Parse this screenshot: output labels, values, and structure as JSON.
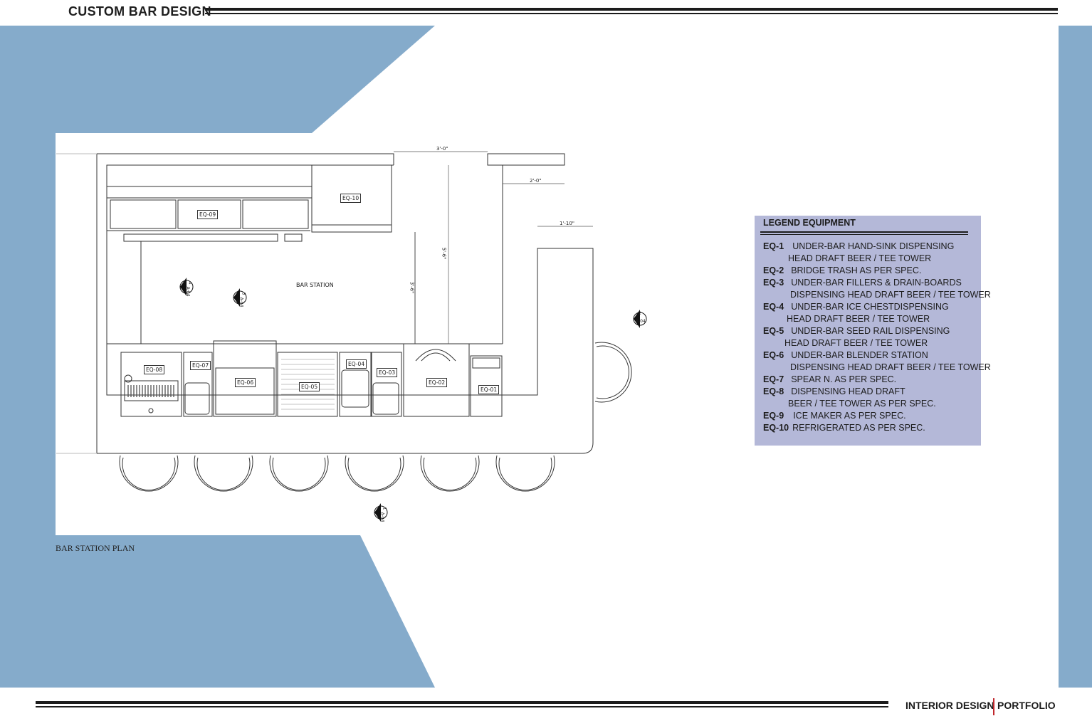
{
  "header": {
    "title": "CUSTOM BAR DESIGN"
  },
  "plan": {
    "caption": "BAR STATION PLAN",
    "room_label": "BAR STATION",
    "dimensions": [
      "3'-0\"",
      "2'-0\"",
      "1'-10\"",
      "5'-6\"",
      "3'-6\""
    ],
    "equipment_tags": [
      "EQ-10",
      "EQ-09",
      "EQ-08",
      "EQ-07",
      "EQ-06",
      "EQ-05",
      "EQ-04",
      "EQ-03",
      "EQ-02",
      "EQ-01"
    ],
    "section_markers": [
      {
        "number": "4",
        "sheet": "A-04"
      },
      {
        "number": "3",
        "sheet": "A-04"
      },
      {
        "number": "2",
        "sheet": "A-04"
      },
      {
        "number": "1",
        "sheet": "A-04"
      }
    ]
  },
  "legend": {
    "title": "LEGEND EQUIPMENT",
    "lines": [
      {
        "code": "EQ-1",
        "text": "UNDER-BAR HAND-SINK DISPENSING"
      },
      {
        "code": "",
        "text": "HEAD DRAFT BEER / TEE TOWER"
      },
      {
        "code": "EQ-2",
        "text": "BRIDGE TRASH AS PER SPEC."
      },
      {
        "code": "EQ-3",
        "text": "UNDER-BAR FILLERS & DRAIN-BOARDS"
      },
      {
        "code": "",
        "text": "DISPENSING HEAD DRAFT BEER / TEE TOWER"
      },
      {
        "code": "EQ-4",
        "text": "UNDER-BAR ICE CHESTDISPENSING"
      },
      {
        "code": "",
        "text": "HEAD DRAFT BEER / TEE TOWER"
      },
      {
        "code": "EQ-5",
        "text": "UNDER-BAR SEED RAIL DISPENSING"
      },
      {
        "code": "",
        "text": "HEAD DRAFT BEER / TEE TOWER"
      },
      {
        "code": "EQ-6",
        "text": "UNDER-BAR BLENDER STATION"
      },
      {
        "code": "",
        "text": "DISPENSING HEAD DRAFT BEER / TEE TOWER"
      },
      {
        "code": "EQ-7",
        "text": "SPEAR N. AS PER SPEC."
      },
      {
        "code": "EQ-8",
        "text": "DISPENSING HEAD DRAFT"
      },
      {
        "code": "",
        "text": "BEER / TEE TOWER AS PER SPEC."
      },
      {
        "code": "EQ-9",
        "text": "ICE MAKER AS PER SPEC."
      },
      {
        "code": "EQ-10",
        "text": "REFRIGERATED  AS PER SPEC."
      }
    ]
  },
  "footer": {
    "left": "INTERIOR DESIGN",
    "right": "PORTFOLIO"
  },
  "colors": {
    "accent_blue": "#85abcb",
    "legend_bg": "#b4b8d8",
    "separator_red": "#c0272d"
  }
}
